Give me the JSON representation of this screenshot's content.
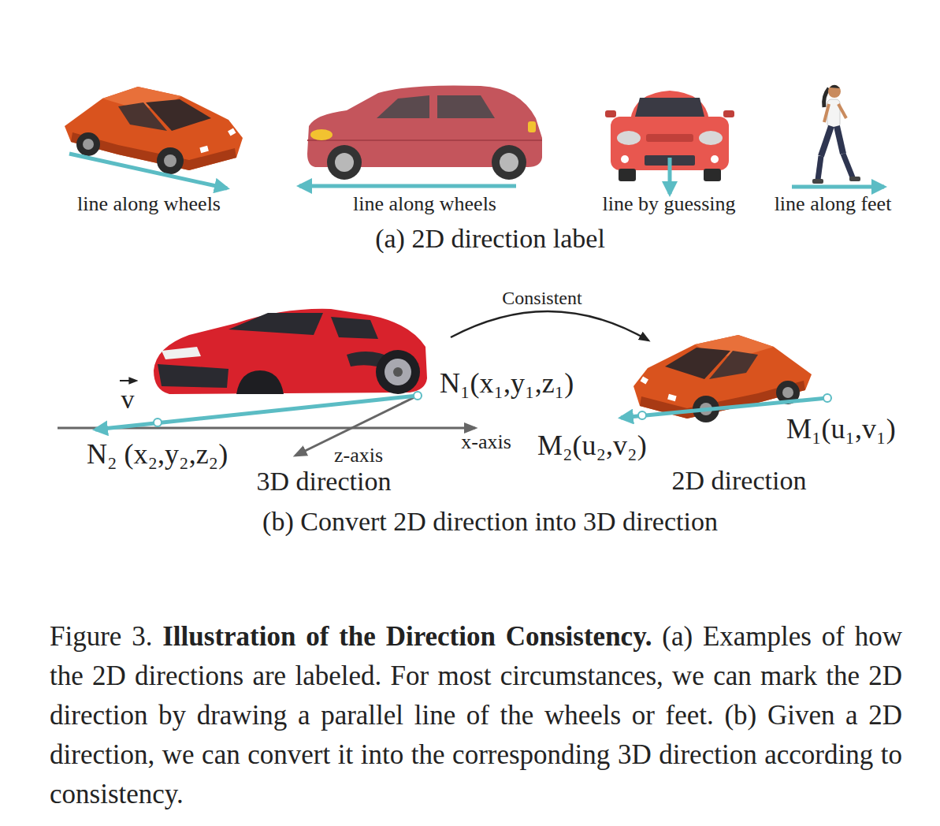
{
  "diagram": {
    "caption": "Figure 3. Illustration of the Direction Consistency. (a) Examples of how the 2D directions are labeled. For most circumstances, we can mark the 2D direction by drawing a parallel line of the wheels or feet. (b) Given a 2D direction, we can convert it into the corresponding 3D direction according to consistency.",
    "labels": [
      "line along wheels",
      "line along wheels",
      "line by guessing",
      "line along feet",
      "(a) 2D direction label",
      "Consistent",
      "v",
      "N₁(x₁,y₁,z₁)",
      "x-axis",
      "N₂ (x₂,y₂,z₂)",
      "z-axis",
      "M₂(u₂,v₂)",
      "M₁(u₁,v₁)",
      "3D direction",
      "2D direction",
      "(b) Convert 2D direction into 3D direction"
    ]
  }
}
